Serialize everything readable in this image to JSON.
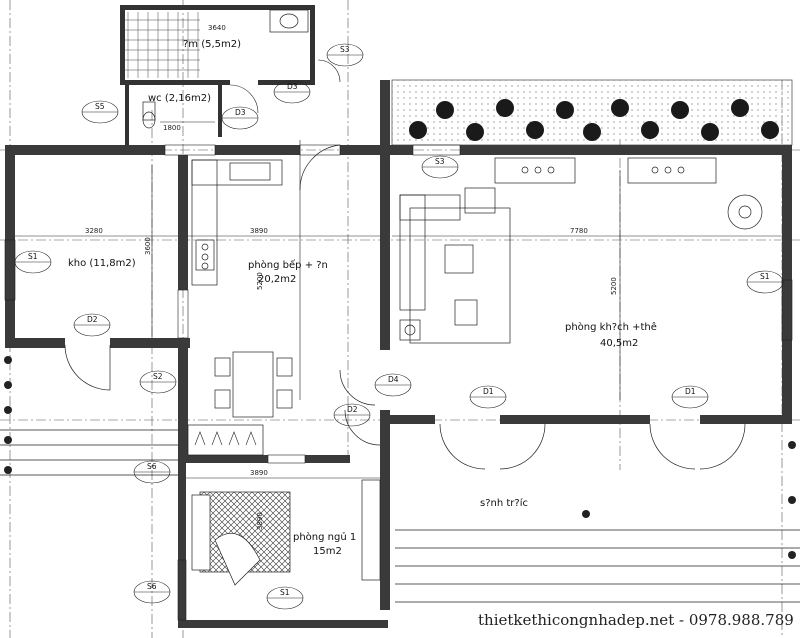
{
  "rooms": {
    "wc_top": "?m (5,5m2)",
    "wc_small": "wc (2,16m2)",
    "store": "kho (11,8m2)",
    "kitchen_line1": "phòng bếp + ?n",
    "kitchen_line2": "20,2m2",
    "living_line1": "phòng kh?ch +thê",
    "living_line2": "40,5m2",
    "bedroom_line1": "phòng ngủ 1",
    "bedroom_line2": "15m2",
    "porch": "s?nh tr?íc"
  },
  "dimensions": {
    "d3640": "3640",
    "d3280": "3280",
    "d3890a": "3890",
    "d7780": "7780",
    "d3890b": "3890",
    "d1800": "1800",
    "d5200a": "5200",
    "d5200b": "5200",
    "d3600": "3600",
    "d3890v": "3890"
  },
  "tags": {
    "S1_left": "S1",
    "S1_right": "S1",
    "S1_bottom": "S1",
    "S2": "S2",
    "S3_top": "S3",
    "S3_mid": "S3",
    "S5": "S5",
    "S6_a": "S6",
    "S6_b": "S6",
    "D1_a": "D1",
    "D1_b": "D1",
    "D2_a": "D2",
    "D2_b": "D2",
    "D3_a": "D3",
    "D3_b": "D3",
    "D4": "D4"
  },
  "watermark": "thietkethicongnhadep.net - 0978.988.789",
  "colors": {
    "wall": "#3a3a3a",
    "line": "#111111",
    "tree": "#1a1a1a"
  }
}
